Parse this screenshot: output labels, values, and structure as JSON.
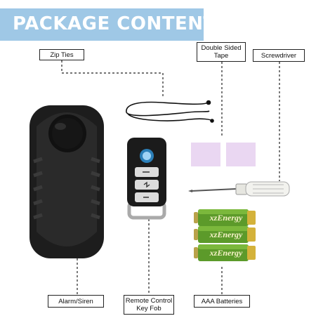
{
  "banner": {
    "title": "PACKAGE CONTENTS:"
  },
  "labels": {
    "zip_ties": "Zip Ties",
    "double_sided_tape": "Double Sided Tape",
    "screwdriver": "Screwdriver",
    "alarm_siren": "Alarm/Siren",
    "remote_control": "Remote Control Key Fob",
    "aaa_batteries": "AAA Batteries"
  },
  "battery_brand": "xzEnergy",
  "colors": {
    "banner": "#9fc8e6",
    "tape": "#ead7f2",
    "battery_green": "#5c9a2a",
    "battery_gold": "#d4b23a",
    "screwdriver_handle": "#f2f2ee"
  }
}
